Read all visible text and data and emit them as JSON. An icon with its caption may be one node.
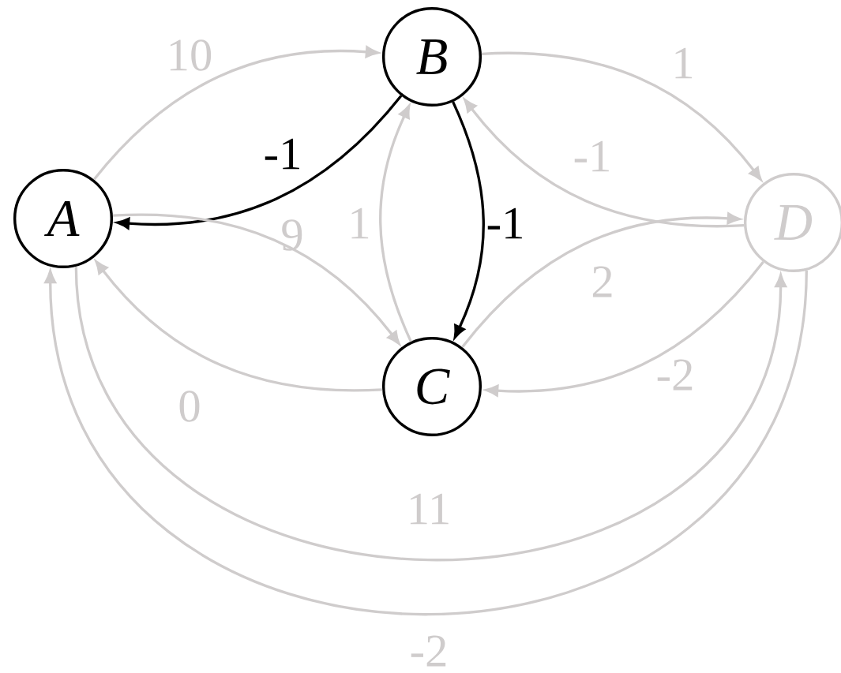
{
  "diagram": {
    "nodes": [
      {
        "text": [
          "A"
        ]
      },
      {
        "text": [
          "B"
        ]
      },
      {
        "text": [
          "C"
        ]
      },
      {
        "text": [
          "D"
        ]
      }
    ],
    "edges": [
      {
        "from": 0,
        "to": 1,
        "arrow": "to",
        "label": "10"
      },
      {
        "from": 1,
        "to": 0,
        "arrow": "to",
        "label": "-1",
        "color": "#000000"
      },
      {
        "from": 1,
        "to": 2,
        "arrow": "to",
        "label": "-1",
        "color": "#000000"
      },
      {
        "from": 2,
        "to": 1,
        "arrow": "to",
        "label": "1"
      },
      {
        "from": 1,
        "to": 3,
        "arrow": "to",
        "label": "1"
      },
      {
        "from": 3,
        "to": 1,
        "arrow": "to",
        "label": "-1"
      },
      {
        "from": 0,
        "to": 2,
        "arrow": "to",
        "label": "9"
      },
      {
        "from": 2,
        "to": 0,
        "arrow": "to",
        "label": "0"
      },
      {
        "from": 2,
        "to": 3,
        "arrow": "to",
        "label": "2"
      },
      {
        "from": 3,
        "to": 2,
        "arrow": "to",
        "label": "-2"
      },
      {
        "from": 0,
        "to": 3,
        "arrow": "to",
        "label": "11"
      },
      {
        "from": 3,
        "to": 0,
        "arrow": "to",
        "label": "-2"
      }
    ]
  }
}
